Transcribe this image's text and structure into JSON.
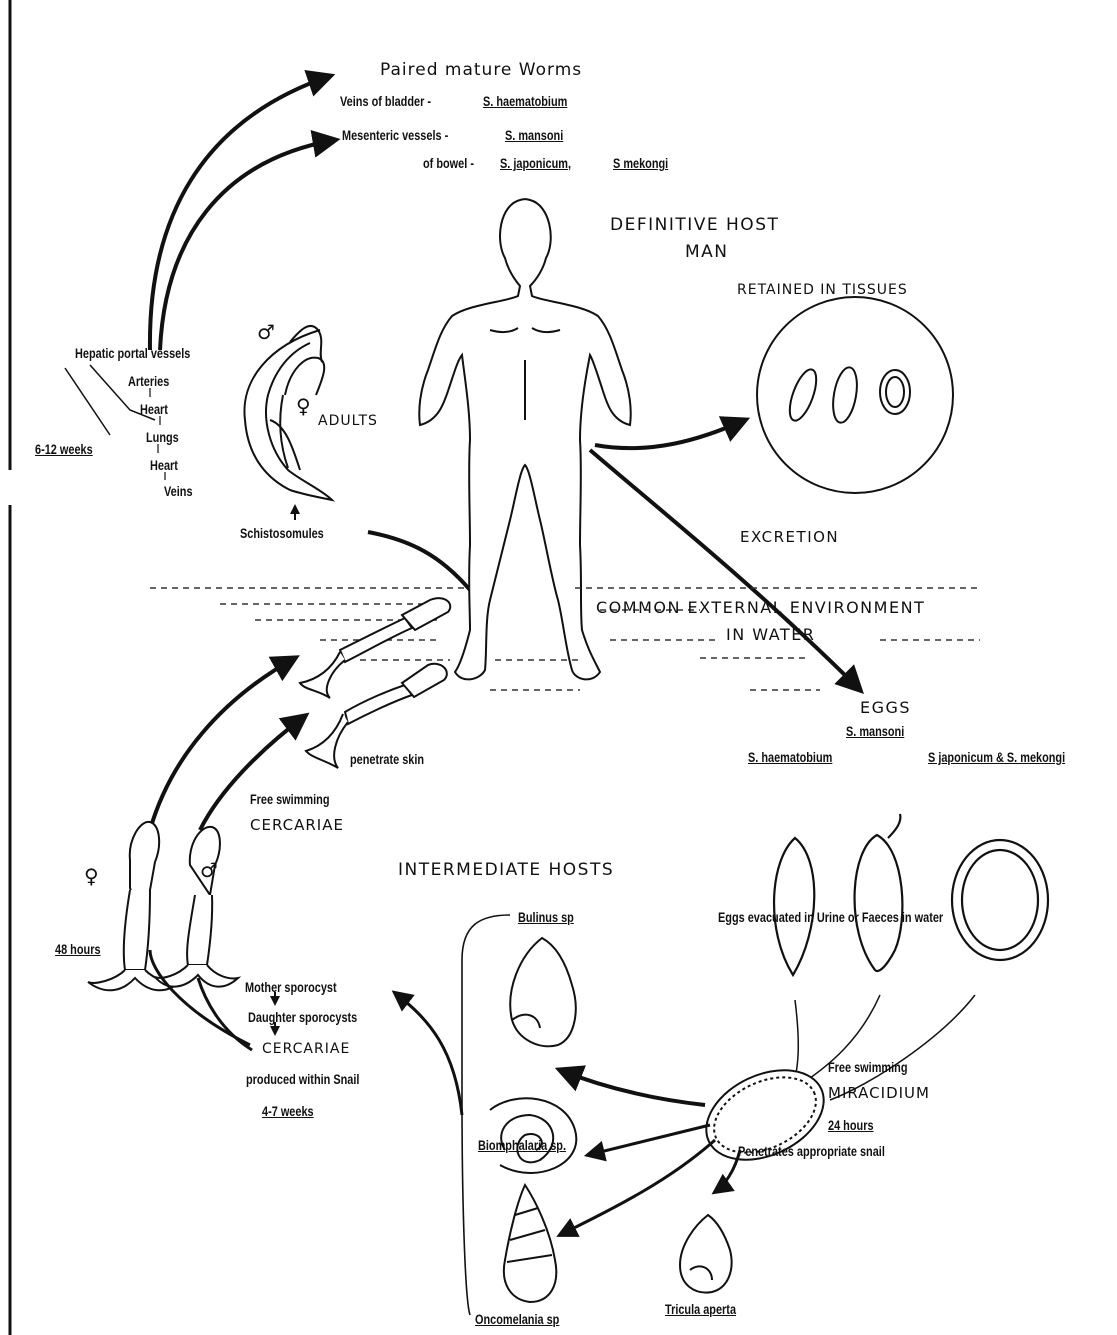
{
  "labels": {
    "paired_title": "Paired mature Worms",
    "veins_bladder": "Veins of bladder -",
    "s_haematobium_1": "S. haematobium",
    "mesenteric": "Mesenteric vessels -",
    "s_mansoni_1": "S. mansoni",
    "of_bowel": "of bowel -",
    "s_japonicum_1": "S. japonicum,",
    "s_mekongi_1": "S  mekongi",
    "definitive_host": "DEFINITIVE HOST",
    "man": "MAN",
    "retained": "RETAINED IN TISSUES",
    "hepatic": "Hepatic portal vessels",
    "arteries": "Arteries",
    "heart1": "Heart",
    "lungs": "Lungs",
    "heart2": "Heart",
    "veins": "Veins",
    "weeks_6_12": "6-12 weeks",
    "male_sym1": "♂",
    "female_sym1": "♀",
    "adults": "ADULTS",
    "schistosomules": "Schistosomules",
    "excretion": "EXCRETION",
    "common_env": "COMMON EXTERNAL ENVIRONMENT",
    "in_water": "IN WATER",
    "eggs": "EGGS",
    "s_mansoni_2": "S. mansoni",
    "s_haematobium_2": "S. haematobium",
    "s_jap_mek": "S  japonicum & S. mekongi",
    "penetrate": "penetrate skin",
    "free_swim1": "Free swimming",
    "cercariae1": "CERCARIAE",
    "intermediate": "INTERMEDIATE HOSTS",
    "female_sym2": "♀",
    "male_sym2": "♂",
    "eggs_evac": "Eggs  evacuated in Urine or Faeces in water",
    "bulinus": "Bulinus sp",
    "hours_48": "48 hours",
    "mother": "Mother sporocyst",
    "daughter": "Daughter sporocysts",
    "cercariae2": "CERCARIAE",
    "produced": "produced within Snail",
    "weeks_4_7": "4-7 weeks",
    "free_swim2": "Free swimming",
    "miracidium": "MIRACIDIUM",
    "hours_24": "24 hours",
    "penetrates_snail": "Penetrates appropriate snail",
    "biomphalaria": "Biomphalaria sp.",
    "tricula": "Tricula aperta",
    "oncomelania": "Oncomelania sp"
  }
}
